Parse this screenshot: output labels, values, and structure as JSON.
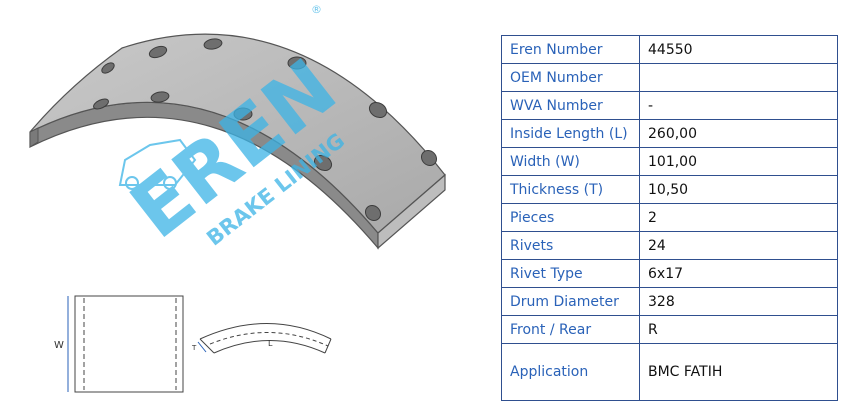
{
  "watermark": {
    "brand": "EREN",
    "tagline": "BRAKE LINING",
    "registered": "®",
    "color": "#3cb4e6"
  },
  "drawing": {
    "width_label": "W",
    "length_label": "L",
    "thickness_label": "T"
  },
  "table": {
    "border_color": "#2f4f8f",
    "label_color": "#2a62b8",
    "rows": [
      {
        "label": "Eren Number",
        "value": "44550"
      },
      {
        "label": "OEM Number",
        "value": ""
      },
      {
        "label": "WVA Number",
        "value": "-"
      },
      {
        "label": "Inside Length (L)",
        "value": "260,00"
      },
      {
        "label": "Width (W)",
        "value": "101,00"
      },
      {
        "label": "Thickness (T)",
        "value": "10,50"
      },
      {
        "label": "Pieces",
        "value": "2"
      },
      {
        "label": "Rivets",
        "value": "24"
      },
      {
        "label": "Rivet Type",
        "value": "6x17"
      },
      {
        "label": "Drum Diameter",
        "value": "328"
      },
      {
        "label": "Front / Rear",
        "value": "R"
      },
      {
        "label": "Application",
        "value": "BMC FATIH"
      }
    ]
  }
}
